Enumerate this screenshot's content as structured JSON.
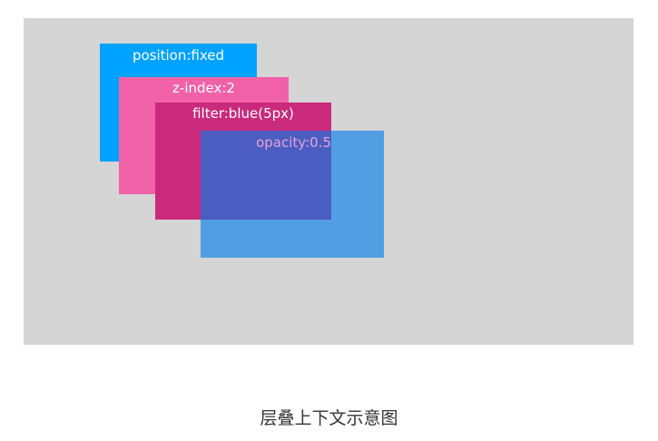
{
  "diagram": {
    "boxes": [
      {
        "id": "box1",
        "label": "position:fixed",
        "color": "#00a2ff"
      },
      {
        "id": "box2",
        "label": "z-index:2",
        "color": "#f061a8"
      },
      {
        "id": "box3",
        "label": "filter:blue(5px)",
        "color": "#c92a7b"
      },
      {
        "id": "box4",
        "label": "opacity:0.5",
        "color": "#007deb"
      }
    ],
    "stage_color": "#d5d5d5"
  },
  "caption": "层叠上下文示意图"
}
